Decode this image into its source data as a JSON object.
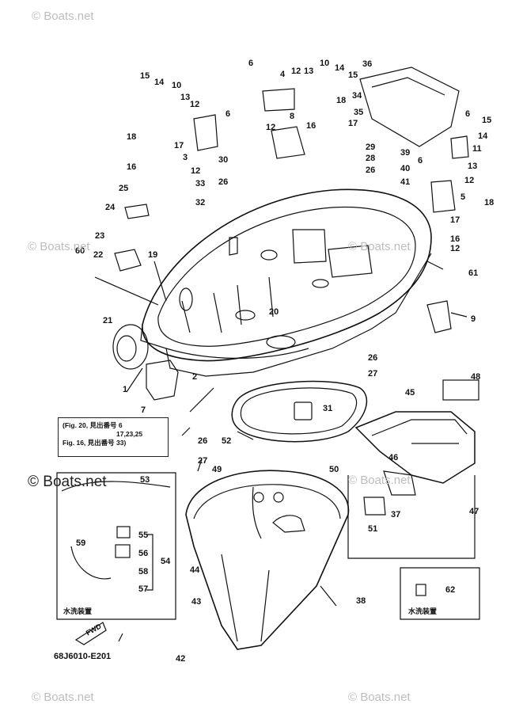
{
  "diagram_code": "68J6010-E201",
  "watermark": "© Boats.net",
  "fwd_label": "FWD",
  "reference_note": {
    "line1": "(Fig. 20, 見出番号 6",
    "line2": "17,23,25",
    "line3": "Fig. 16, 見出番号 33)"
  },
  "inset_left_caption": "水洗装置",
  "inset_right_caption": "水洗装置",
  "callouts": {
    "c1": "1",
    "c2": "2",
    "c3": "3",
    "c4": "4",
    "c5": "5",
    "c6a": "6",
    "c6b": "6",
    "c6c": "6",
    "c7": "7",
    "c8": "8",
    "c9": "9",
    "c10a": "10",
    "c10b": "10",
    "c11": "11",
    "c12a": "12",
    "c12b": "12",
    "c12c": "12",
    "c12d": "12",
    "c12e": "12",
    "c12f": "12",
    "c13a": "13",
    "c13b": "13",
    "c13c": "13",
    "c14a": "14",
    "c14b": "14",
    "c14c": "14",
    "c15a": "15",
    "c15b": "15",
    "c15c": "15",
    "c16a": "16",
    "c16b": "16",
    "c16c": "16",
    "c17a": "17",
    "c17b": "17",
    "c17c": "17",
    "c18a": "18",
    "c18b": "18",
    "c18c": "18",
    "c19": "19",
    "c20": "20",
    "c21": "21",
    "c22": "22",
    "c23": "23",
    "c24": "24",
    "c25": "25",
    "c26a": "26",
    "c26b": "26",
    "c26c": "26",
    "c26d": "26",
    "c27a": "27",
    "c27b": "27",
    "c28": "28",
    "c29": "29",
    "c30": "30",
    "c31": "31",
    "c32": "32",
    "c33": "33",
    "c34": "34",
    "c35": "35",
    "c36": "36",
    "c37": "37",
    "c38": "38",
    "c39": "39",
    "c40": "40",
    "c41": "41",
    "c42": "42",
    "c43": "43",
    "c44": "44",
    "c45": "45",
    "c46": "46",
    "c47": "47",
    "c48": "48",
    "c49": "49",
    "c50": "50",
    "c51": "51",
    "c52": "52",
    "c53": "53",
    "c54": "54",
    "c55": "55",
    "c56": "56",
    "c57": "57",
    "c58": "58",
    "c59": "59",
    "c60": "60",
    "c61": "61",
    "c62": "62"
  }
}
